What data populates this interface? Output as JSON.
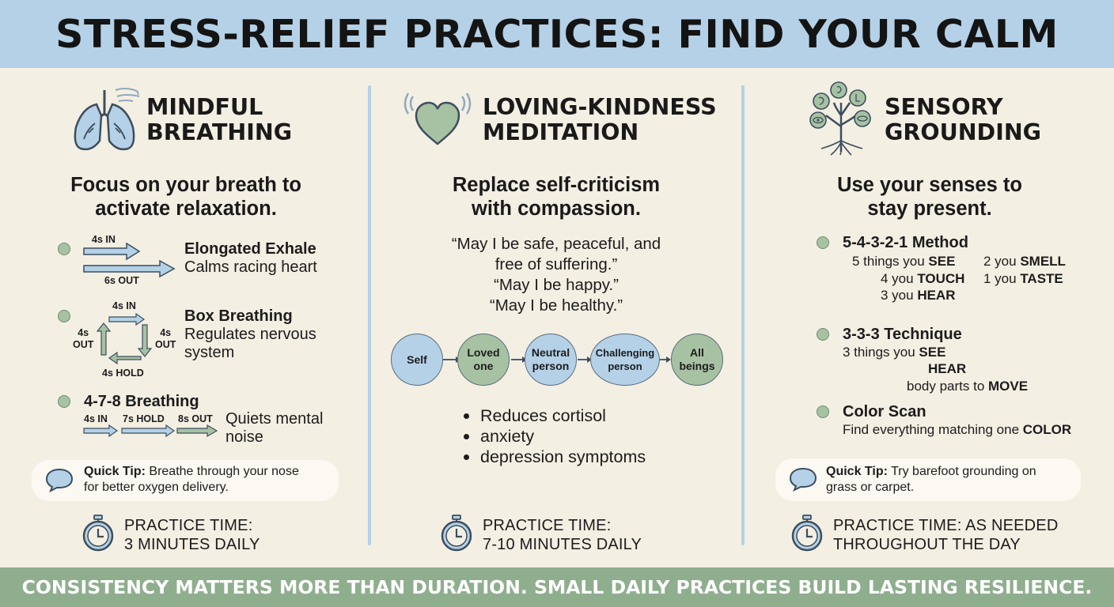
{
  "header": {
    "title": "STRESS-RELIEF PRACTICES: FIND YOUR CALM"
  },
  "footer": {
    "text": "CONSISTENCY MATTERS MORE THAN DURATION. SMALL DAILY PRACTICES BUILD LASTING RESILIENCE."
  },
  "colors": {
    "header_bg": "#b4d1e7",
    "footer_bg": "#8fae8e",
    "page_bg": "#f4efe3",
    "accent_green": "#a7c2a3",
    "accent_blue": "#b4d1e7"
  },
  "breathing": {
    "icon": "lungs-icon",
    "title_line1": "MINDFUL",
    "title_line2": "BREATHING",
    "subtitle_line1": "Focus on your breath to",
    "subtitle_line2": "activate relaxation.",
    "exhale": {
      "title": "Elongated Exhale",
      "desc": "Calms racing heart",
      "in_label": "4s IN",
      "out_label": "6s OUT"
    },
    "box": {
      "title": "Box Breathing",
      "desc_line1": "Regulates nervous",
      "desc_line2": "system",
      "top": "4s IN",
      "right_line1": "4s",
      "right_line2": "OUT",
      "left_line1": "4s",
      "left_line2": "OUT",
      "bottom": "4s HOLD"
    },
    "four78": {
      "title": "4-7-8 Breathing",
      "in": "4s IN",
      "hold": "7s HOLD",
      "out": "8s OUT",
      "desc_line1": "Quiets mental",
      "desc_line2": "noise"
    },
    "tip": {
      "label": "Quick Tip:",
      "text_line1": "Breathe through your nose",
      "text_line2": "for better oxygen delivery."
    },
    "practice_line1": "PRACTICE TIME:",
    "practice_line2": "3 MINUTES DAILY"
  },
  "loving": {
    "icon": "heart-icon",
    "title_line1": "LOVING-KINDNESS",
    "title_line2": "MEDITATION",
    "subtitle_line1": "Replace self-criticism",
    "subtitle_line2": "with compassion.",
    "quote_line1": "“May I be safe, peaceful, and",
    "quote_line2": "free of suffering.”",
    "quote_line3": "“May I be happy.”",
    "quote_line4": "“May I be healthy.”",
    "flow": [
      {
        "l1": "Self",
        "l2": ""
      },
      {
        "l1": "Loved",
        "l2": "one"
      },
      {
        "l1": "Neutral",
        "l2": "person"
      },
      {
        "l1": "Challenging",
        "l2": "person"
      },
      {
        "l1": "All",
        "l2": "beings"
      }
    ],
    "benefits": [
      "Reduces cortisol",
      "anxiety",
      "depression symptoms"
    ],
    "practice_line1": "PRACTICE TIME:",
    "practice_line2": "7-10 MINUTES DAILY"
  },
  "sensory": {
    "icon": "sensory-tree-icon",
    "title_line1": "SENSORY",
    "title_line2": "GROUNDING",
    "subtitle_line1": "Use your senses to",
    "subtitle_line2": "stay present.",
    "m54321": {
      "title": "5-4-3-2-1 Method",
      "see_pre": "5 things you ",
      "see": "SEE",
      "touch_pre": "4 you ",
      "touch": "TOUCH",
      "hear_pre": "3 you ",
      "hear": "HEAR",
      "smell_pre": "2 you ",
      "smell": "SMELL",
      "taste_pre": "1 you ",
      "taste": "TASTE"
    },
    "m333": {
      "title": "3-3-3 Technique",
      "l1_pre": "3 things you ",
      "l1": "SEE",
      "l2": "HEAR",
      "l3_pre": "body parts to ",
      "l3": "MOVE"
    },
    "scan": {
      "title": "Color Scan",
      "desc_pre": "Find everything matching one ",
      "desc": "COLOR"
    },
    "tip": {
      "label": "Quick Tip:",
      "text_line1": "Try barefoot grounding on",
      "text_line2": "grass or carpet."
    },
    "practice_line1": "PRACTICE TIME: AS NEEDED",
    "practice_line2": "THROUGHOUT THE DAY"
  }
}
